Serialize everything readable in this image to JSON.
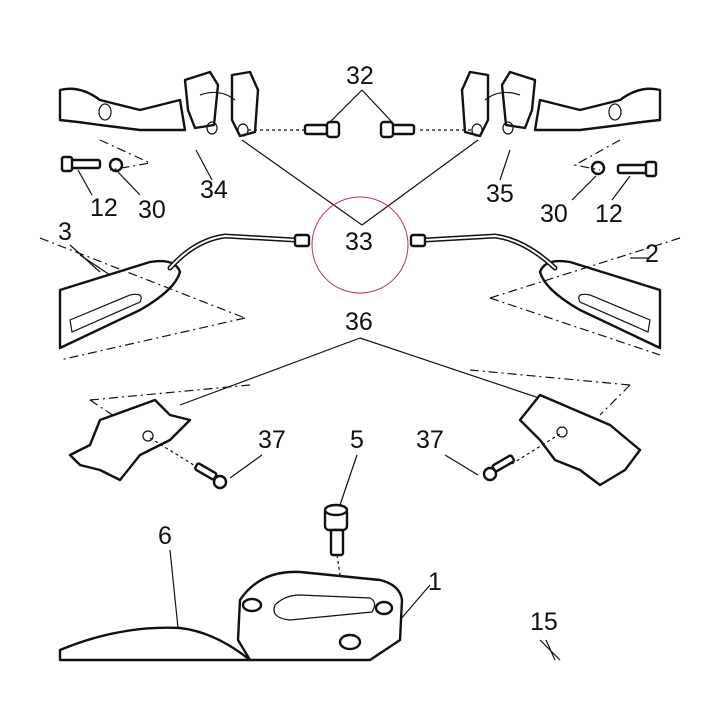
{
  "callouts": {
    "c32": "32",
    "c34": "34",
    "c35": "35",
    "c12_left": "12",
    "c30_left": "30",
    "c30_right": "30",
    "c12_right": "12",
    "c3": "3",
    "c2": "2",
    "c33": "33",
    "c36": "36",
    "c37_left": "37",
    "c37_right": "37",
    "c5": "5",
    "c6": "6",
    "c1": "1",
    "c15": "15"
  },
  "colors": {
    "ink": "#111111",
    "highlight_circle": "#b53a4a",
    "background": "#ffffff"
  }
}
